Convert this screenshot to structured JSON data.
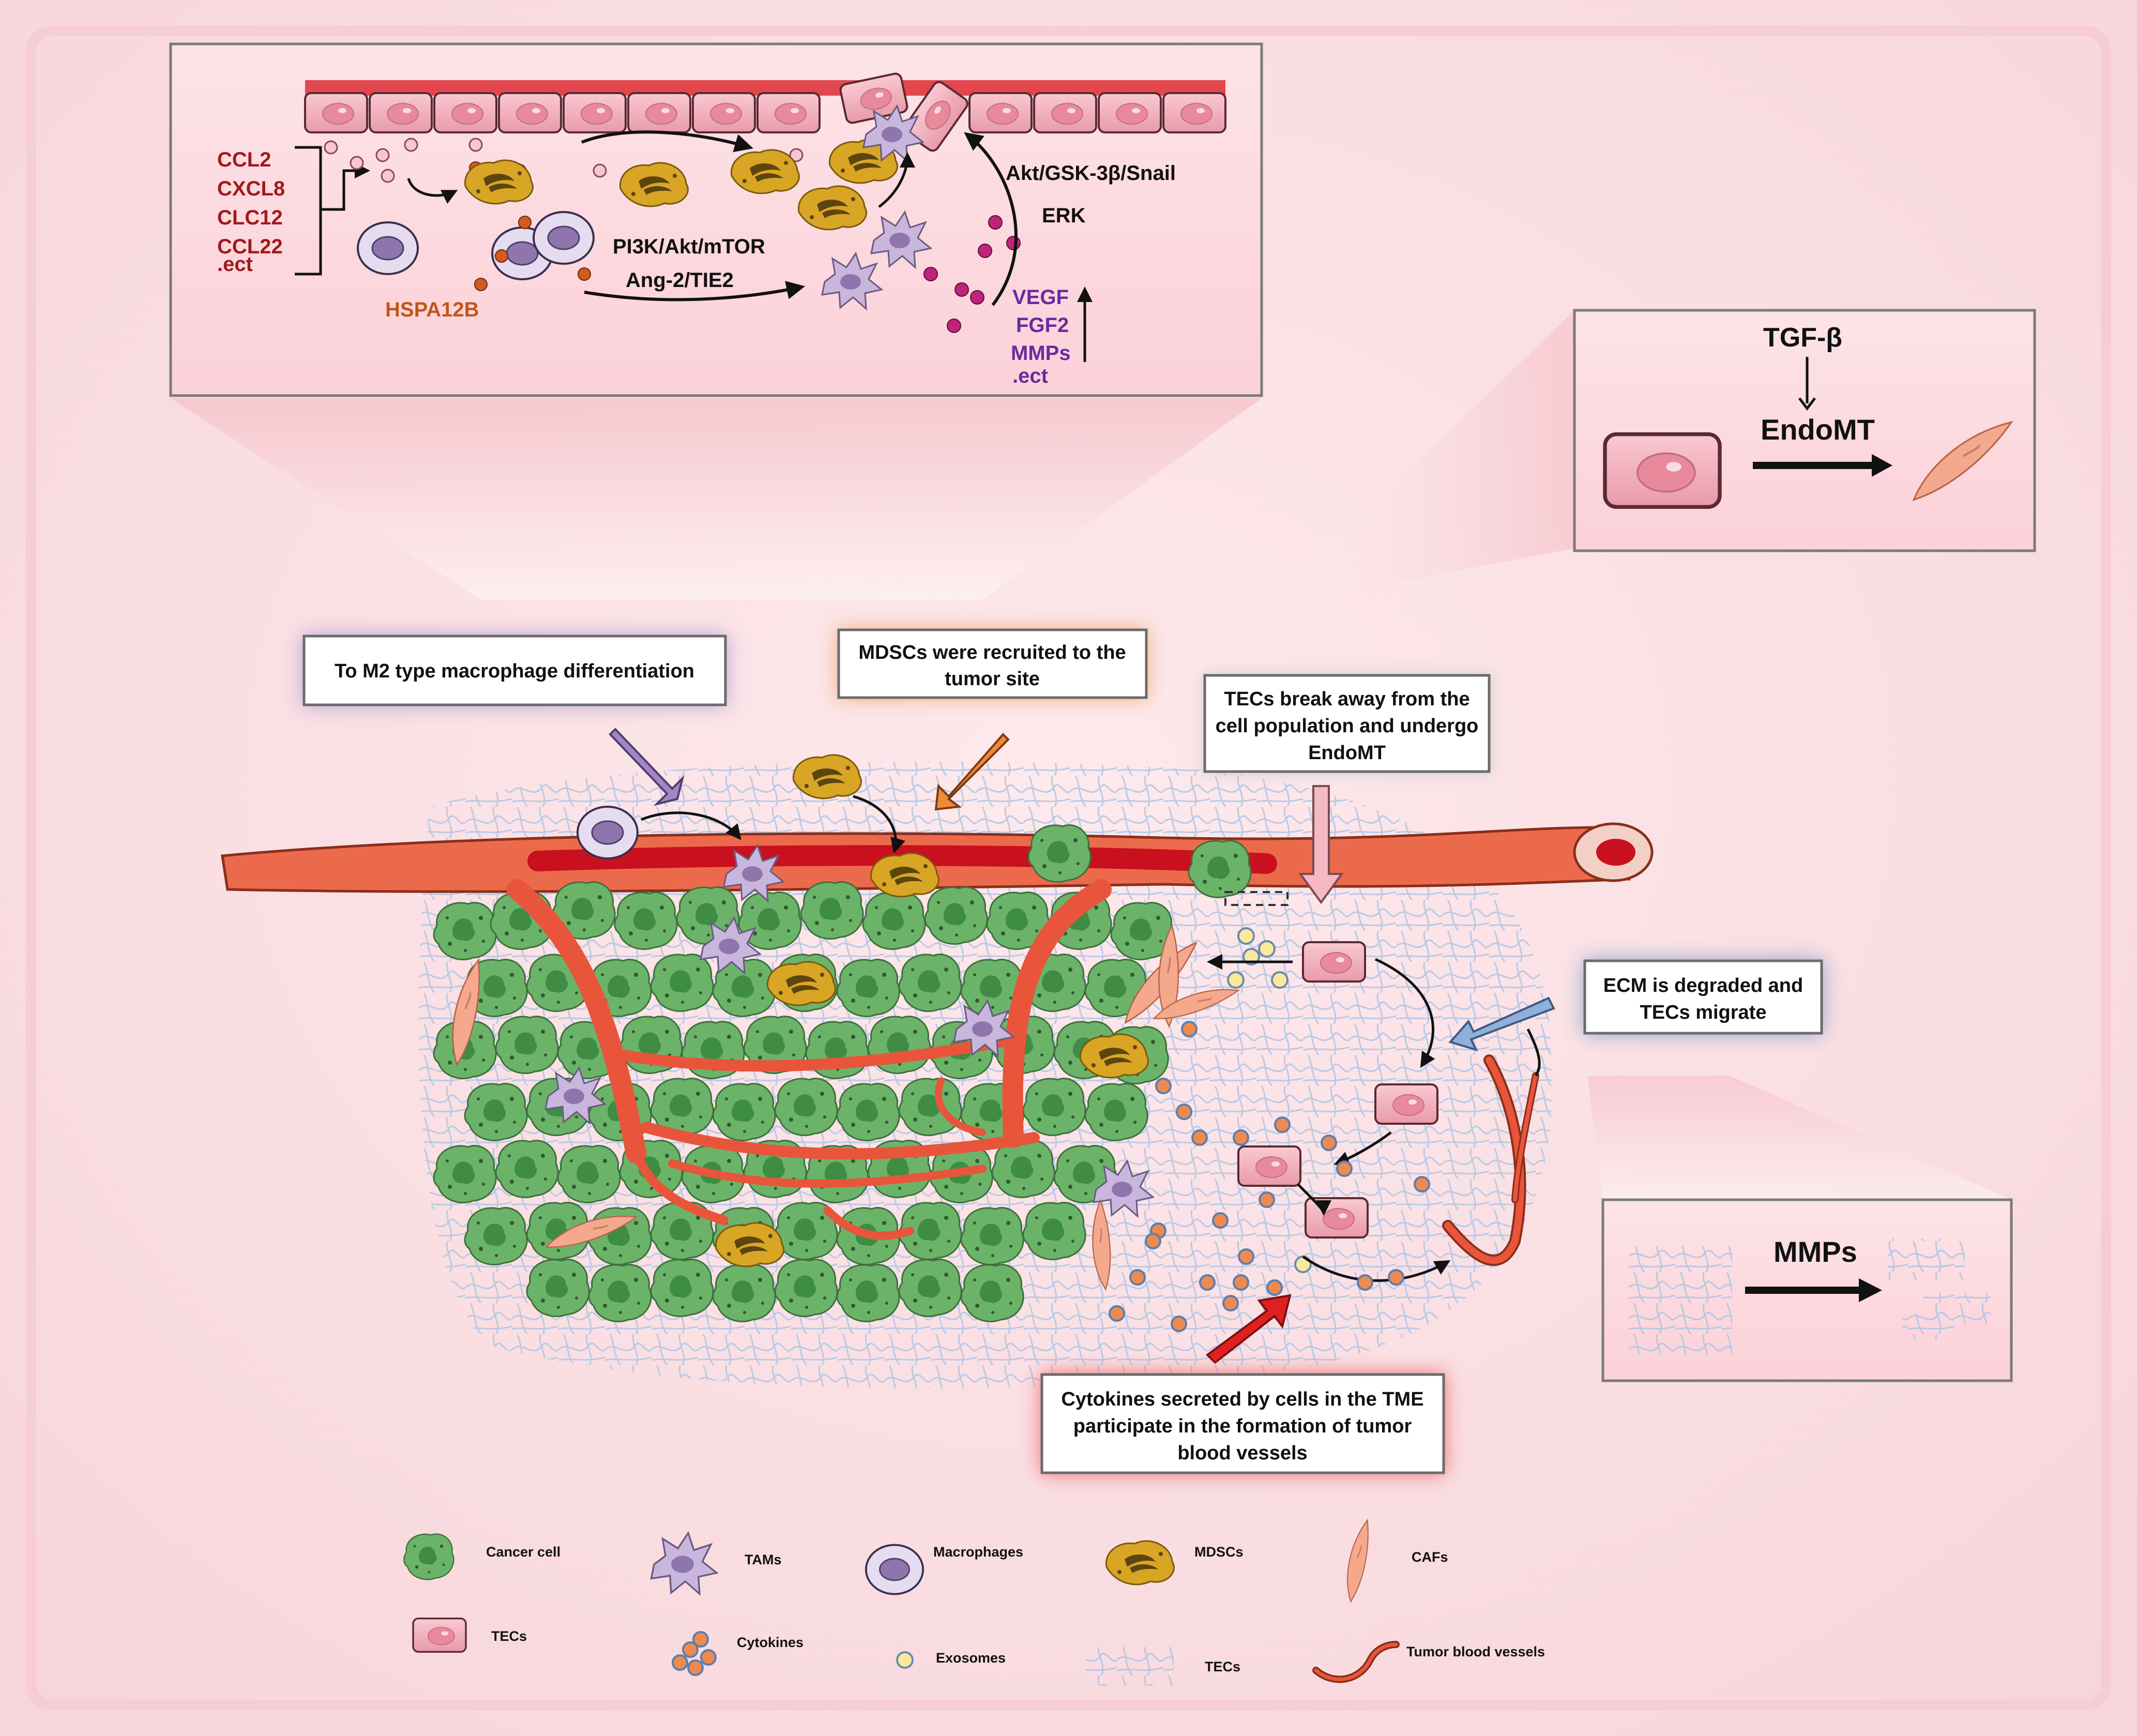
{
  "top_panel": {
    "chemokines": [
      "CCL2",
      "CXCL8",
      "CLC12",
      "CCL22",
      ".ect"
    ],
    "hspa": "HSPA12B",
    "pathway_1": "PI3K/Akt/mTOR",
    "pathway_2": "Ang-2/TIE2",
    "pathway_3": "Akt/GSK-3β/Snail",
    "pathway_4": "ERK",
    "growth_factors": [
      "VEGF",
      "FGF2",
      "MMPs",
      ".ect"
    ]
  },
  "endomt_panel": {
    "inducer": "TGF-β",
    "process": "EndoMT"
  },
  "mmp_panel": {
    "label": "MMPs"
  },
  "callouts": {
    "m2": "To M2 type macrophage differentiation",
    "mdsc_line1": "MDSCs were recruited to the",
    "mdsc_line2": "tumor site",
    "tec_line1": "TECs break away from the",
    "tec_line2": "cell population and undergo",
    "tec_line3": "EndoMT",
    "ecm_line1": "ECM is degraded and",
    "ecm_line2": "TECs migrate",
    "cyto_line1": "Cytokines secreted by cells in the TME",
    "cyto_line2": "participate in the formation of tumor",
    "cyto_line3": "blood vessels"
  },
  "legend": {
    "cancer_cell": "Cancer cell",
    "tams": "TAMs",
    "macrophages": "Macrophages",
    "mdscs": "MDSCs",
    "cafs": "CAFs",
    "tecs": "TECs",
    "cytokines": "Cytokines",
    "exosomes": "Exosomes",
    "tecs_ecm": "TECs",
    "tumor_vessels": "Tumor blood vessels"
  },
  "colors": {
    "chemokine_red": "#a01a1a",
    "hspa_orange": "#c0561c",
    "gf_purple": "#6a2aa0",
    "tec_pink": "#f2b8c3",
    "cancer_green": "#6cb36a",
    "vessel_red": "#e8553b",
    "mdsc_yellow": "#d9a524",
    "tam_lilac": "#c9b6dd"
  }
}
